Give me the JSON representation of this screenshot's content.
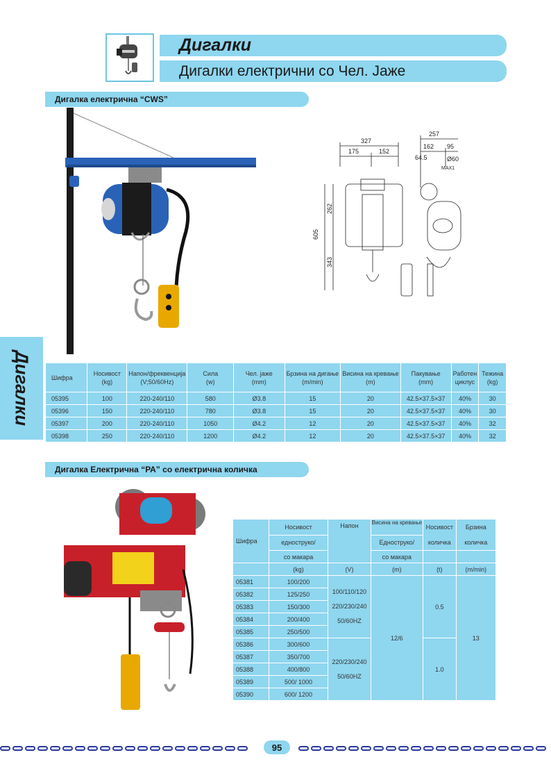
{
  "header": {
    "title": "Дигалки",
    "subtitle": "Дигалки електрични со  Чел. Јаже"
  },
  "side_tab": {
    "label": "Дигалки"
  },
  "section1": {
    "title": "Дигалка електрична “CWS”",
    "drawing_dims": [
      "327",
      "175",
      "152",
      "257",
      "162",
      "95",
      "64.5",
      "Ø60",
      "MAX1",
      "262",
      "605",
      "343"
    ],
    "table": {
      "headers": [
        [
          "Шифра"
        ],
        [
          "Носивост",
          "(kg)"
        ],
        [
          "Напон/фреквенција",
          "(V;50/60Hz)"
        ],
        [
          "Сила",
          "(w)"
        ],
        [
          "Чел. јаже",
          "(mm)"
        ],
        [
          "Брзина на дигање",
          "(m/min)"
        ],
        [
          "Висина на кревање",
          "(m)"
        ],
        [
          "Пакување",
          "(mm)"
        ],
        [
          "Работен",
          "циклус"
        ],
        [
          "Тежина",
          "(kg)"
        ]
      ],
      "rows": [
        [
          "05395",
          "100",
          "220-240/110",
          "580",
          "Ø3.8",
          "15",
          "20",
          "42.5×37.5×37",
          "40%",
          "30"
        ],
        [
          "05396",
          "150",
          "220-240/110",
          "780",
          "Ø3.8",
          "15",
          "20",
          "42.5×37.5×37",
          "40%",
          "30"
        ],
        [
          "05397",
          "200",
          "220-240/110",
          "1050",
          "Ø4.2",
          "12",
          "20",
          "42.5×37.5×37",
          "40%",
          "32"
        ],
        [
          "05398",
          "250",
          "220-240/110",
          "1200",
          "Ø4.2",
          "12",
          "20",
          "42.5×37.5×37",
          "40%",
          "32"
        ]
      ]
    }
  },
  "section2": {
    "title": "Дигалка Електрична “РА” со електрична количка",
    "table": {
      "h_code": "Шифра",
      "h_capacity": [
        "Носивост",
        "еднострукo/",
        "со макара"
      ],
      "h_voltage": "Напон",
      "h_lift": [
        "Висина на кревање",
        "Еднострукo/",
        "со макара"
      ],
      "h_cart_capacity": [
        "Носивост",
        "количка"
      ],
      "h_cart_speed": [
        "Брзина",
        "количка"
      ],
      "units": [
        "(kg)",
        "(V)",
        "(m)",
        "(t)",
        "(m/min)"
      ],
      "rows": [
        [
          "05381",
          "100/200"
        ],
        [
          "05382",
          "125/250"
        ],
        [
          "05383",
          "150/300"
        ],
        [
          "05384",
          "200/400"
        ],
        [
          "05385",
          "250/500"
        ],
        [
          "05386",
          "300/600"
        ],
        [
          "05387",
          "350/700"
        ],
        [
          "05388",
          "400/800"
        ],
        [
          "05389",
          "500/ 1000"
        ],
        [
          "05390",
          "600/ 1200"
        ]
      ],
      "voltage_group1": [
        "100/110/120",
        "220/230/240",
        "50/60HZ"
      ],
      "voltage_group2": [
        "220/230/240",
        "50/60HZ"
      ],
      "lift_value": "12/6",
      "cart_capacity_1": "0.5",
      "cart_capacity_2": "1.0",
      "cart_speed": "13"
    }
  },
  "footer": {
    "page_number": "95"
  }
}
